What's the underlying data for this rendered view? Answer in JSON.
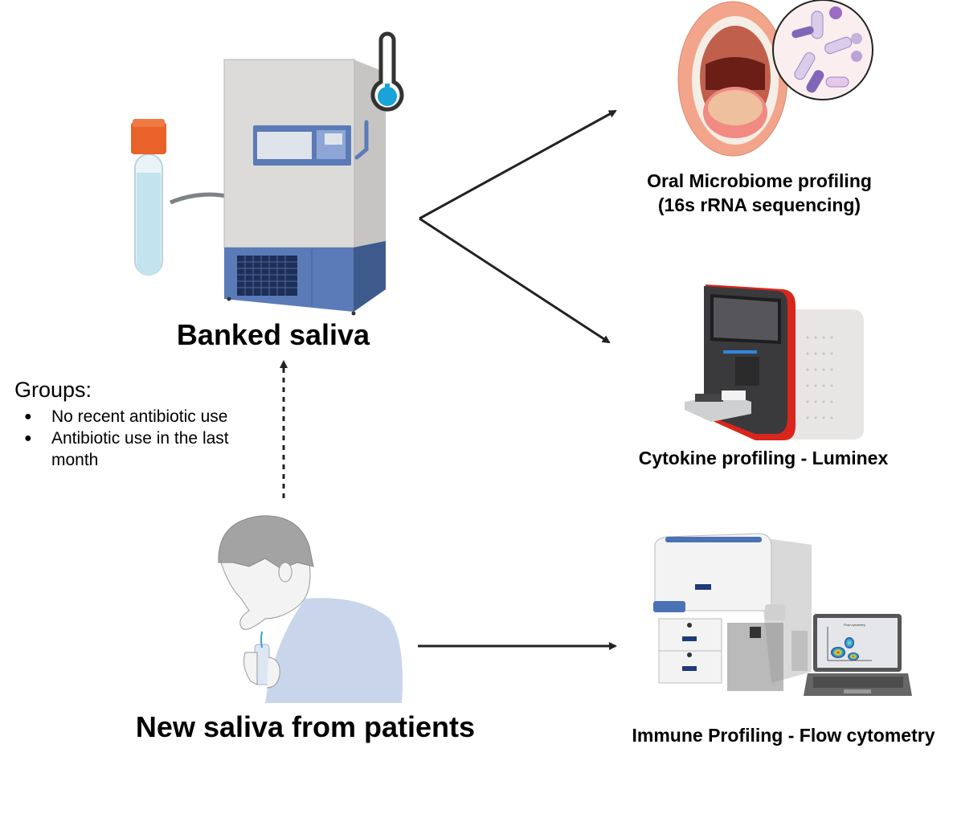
{
  "figure": {
    "banked_label": "Banked saliva",
    "new_label": "New saliva from patients",
    "groups": {
      "heading": "Groups:",
      "items": [
        "No recent antibiotic use",
        "Antibiotic use in the last month"
      ]
    },
    "outputs": [
      {
        "label_line1": "Oral Microbiome profiling",
        "label_line2": "(16s rRNA sequencing)",
        "icon": "mouth-microbiome-icon"
      },
      {
        "label_line1": "Cytokine profiling - Luminex",
        "icon": "luminex-analyzer-icon"
      },
      {
        "label_line1": "Immune Profiling - Flow cytometry",
        "icon": "flow-cytometer-icon"
      }
    ],
    "laptop_screen_title": "Flow cytometry",
    "colors": {
      "freezer_blue": "#5b7bb8",
      "freezer_dark_blue": "#3e5a8c",
      "tube_cap": "#e8622a",
      "thermometer_blue": "#1aa3d9",
      "luminex_red": "#d9261c",
      "arrow": "#222222",
      "shirt": "#c9d5ea"
    }
  }
}
